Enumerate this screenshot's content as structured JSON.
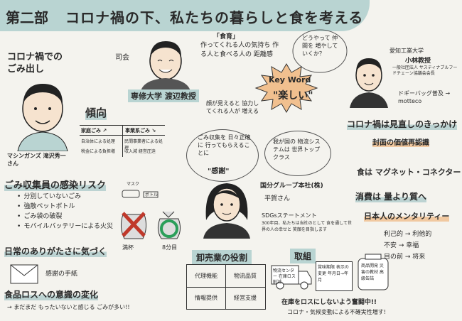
{
  "header": {
    "part": "第二部",
    "title": "コロナ禍の下、私たちの暮らしと食を考える"
  },
  "moderator": {
    "role": "司会",
    "name": "専修大学 渡辺教授"
  },
  "speech_quote": {
    "keyword": "「食育」",
    "text": "作ってくれる人の気持ち 作る人と食べる人の 距離感"
  },
  "bubbles": {
    "thought": "どうやって 仲間を 増やして いくか？",
    "faces": "顔が見えると 協力してくれる人が 増える",
    "trust": "ごみ収集を 日々正確に 行ってもらえることに",
    "trust_em": "\"感謝\"",
    "logistics": "我が国の 物流システムは 世界トップクラス"
  },
  "keyword_box": {
    "title": "Key Word",
    "phrase": "\"楽しい\""
  },
  "professor": {
    "affil": "愛知工業大学",
    "name": "小林教授",
    "sub": "一般社団法人 サスティナブルフードチェーン協議会会長",
    "link": "ドギーバッグ普及 → motteco"
  },
  "left": {
    "topic": "コロナ禍での ごみ出し",
    "trend_title": "傾向",
    "table": {
      "h1": "家庭ごみ ↗",
      "h2": "事業系ごみ ↘",
      "r1a": "自治体による処理",
      "r1b": "民間事業者による処理",
      "r2a": "税金による負担増",
      "r2b": "収入減 経営圧迫"
    },
    "person": "マシンガンズ 滝沢秀一さん",
    "risk_title": "ごみ収集員の感染リスク",
    "risks": [
      "分別していないごみ",
      "強散ペットボトル",
      "ごみ袋の破裂",
      "モバイルバッテリーによる火災"
    ],
    "bottle_labels": [
      "マスク",
      "ボトル"
    ],
    "bag_labels": [
      "満杯",
      "8分目"
    ],
    "daily_title": "日常のありがたさに気づく",
    "letter": "感謝の手紙",
    "loss_title": "食品ロスへの意識の変化",
    "loss_text": "→ まだまだ もったいないと感じる ごみが多い!!"
  },
  "center": {
    "wholesale_title": "卸売業の役割",
    "grid": [
      "代理機能",
      "物流品質",
      "情報提供",
      "経営支援"
    ],
    "company": "国分グループ本社(株)",
    "company_person": "平賀さん",
    "sdgs": "SDGsステートメント",
    "sdgs_text": "300年目、私たちは当社のとして 食を通して世界の人の幸せと 笑顔を目指します",
    "action_title": "取組",
    "actions": [
      "物流センター 在庫ロス削減",
      "賞味期限 表示の変更 年月日→年月",
      "商品開発 災害の教材 高級缶詰"
    ],
    "stock": "在庫をロスにしないよう奮闘中!!",
    "stock_sub": "コロナ・気候変動による不確実性増す!"
  },
  "right": {
    "opportunity": "コロナ禍は見直しのきっかけ",
    "reaffirm": "封面の価値再認識",
    "magnet": "食は マグネット・コネクター",
    "consume": "消費は 量より質へ",
    "mentality": "日本人のメンタリティー",
    "shifts": [
      "利己的 → 利他的",
      "不安 → 幸福",
      "目の前 → 将来"
    ]
  },
  "colors": {
    "teal": "#b9d4d2",
    "orange": "#f1c08f",
    "ink": "#2a2a2a",
    "red": "#c0392b",
    "cream": "#f4f3ee"
  }
}
